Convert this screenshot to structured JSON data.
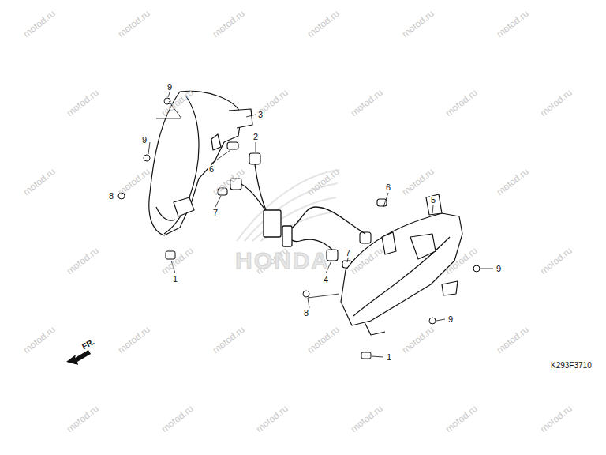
{
  "diagram": {
    "labels": [
      "9",
      "3",
      "2",
      "9",
      "6",
      "8",
      "7",
      "1",
      "5",
      "6",
      "7",
      "9",
      "4",
      "8",
      "9",
      "1",
      "FR.",
      "K293F3710",
      "HONDA",
      "motod.ru",
      "motod.ru",
      "motod.ru",
      "motod.ru",
      "motod.ru",
      "motod.ru",
      "motod.ru",
      "motod.ru",
      "motod.ru",
      "motod.ru",
      "motod.ru",
      "motod.ru",
      "motod.ru",
      "motod.ru",
      "motod.ru",
      "motod.ru",
      "motod.ru",
      "motod.ru",
      "motod.ru",
      "motod.ru",
      "motod.ru",
      "motod.ru",
      "motod.ru",
      "motod.ru",
      "motod.ru",
      "motod.ru",
      "motod.ru",
      "motod.ru",
      "motod.ru",
      "motod.ru",
      "motod.ru",
      "motod.ru",
      "motod.ru",
      "motod.ru",
      "motod.ru",
      "motod.ru"
    ]
  }
}
